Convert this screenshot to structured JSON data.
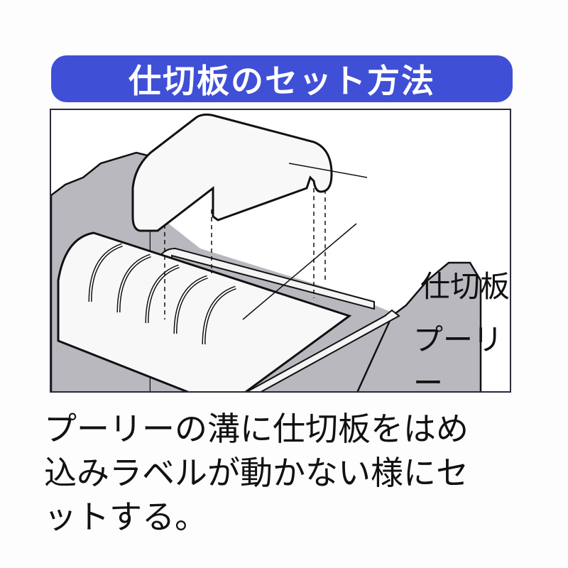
{
  "header": {
    "title": "仕切板のセット方法",
    "banner_color": "#3f4fd6",
    "title_color": "#ffffff"
  },
  "figure": {
    "callouts": {
      "partition": "仕切板",
      "pulley": "プーリー"
    },
    "colors": {
      "body_gray": "#b9b8bf",
      "part_white": "#f8f8f8",
      "outline": "#111111"
    },
    "pulley_groove_count": 5
  },
  "instructions": {
    "lines": [
      "プーリーの溝に仕切板をはめ",
      "込みラベルが動かない様にセ",
      "ットする。"
    ]
  }
}
